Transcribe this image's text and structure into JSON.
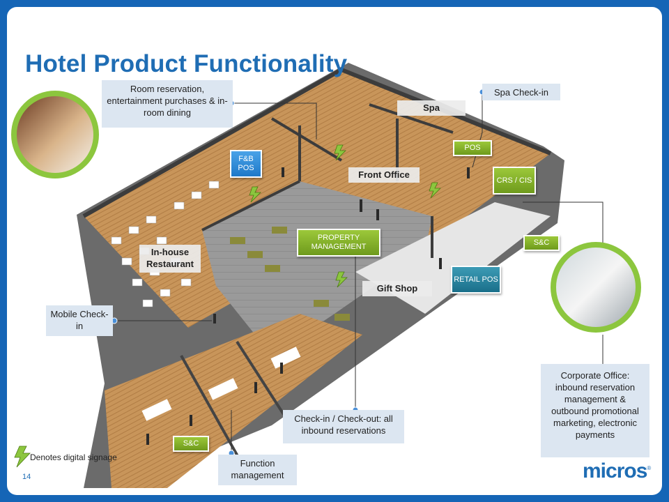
{
  "title": "Hotel Product Functionality",
  "page_number": "14",
  "logo": "micros",
  "logo_mark": "®",
  "legend": {
    "text": "Denotes digital signage",
    "icon": "lightning-icon"
  },
  "callouts": {
    "room_reservation": "Room reservation, entertainment purchases & in-room dining",
    "spa_checkin": "Spa Check-in",
    "mobile_checkin": "Mobile Check-in",
    "checkin_checkout": "Check-in / Check-out: all inbound reservations",
    "function_management": "Function management",
    "corporate_office": "Corporate Office: inbound reservation management & outbound promotional marketing, electronic payments"
  },
  "rooms": {
    "spa": "Spa",
    "front_office": "Front Office",
    "restaurant": "In-house Restaurant",
    "gift_shop": "Gift Shop"
  },
  "buttons": {
    "fb_pos": "F&B POS",
    "pos": "POS",
    "crs_cis": "CRS / CIS",
    "sc_right": "S&C",
    "property_management": "PROPERTY MANAGEMENT",
    "retail_pos": "RETAIL POS",
    "sc_bottom": "S&C"
  },
  "colors": {
    "header_blue": "#1f6db4",
    "accent_green": "#8cc63e",
    "button_blue": "#1e78c8",
    "callout_bg": "#dce6f1",
    "frame_blue": "#1565b6"
  }
}
